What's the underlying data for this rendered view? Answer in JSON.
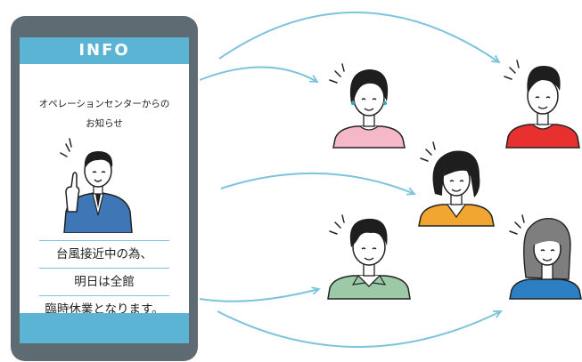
{
  "phone": {
    "header_title": "INFO",
    "subtitle_lines": [
      "オペレーションセンターからの",
      "お知らせ"
    ],
    "notice_lines": [
      "台風接近中の為、",
      "明日は全館",
      "臨時休業となります。"
    ]
  },
  "colors": {
    "accent": "#5bb4d3",
    "phone_body": "#5f6b72",
    "arrow": "#7cc3dd",
    "shirt_pink": "#f4b8c9",
    "shirt_red": "#e8312f",
    "shirt_orange": "#f2a632",
    "shirt_green": "#9ccaa7",
    "shirt_blue": "#2d7fc4",
    "suit_blue": "#3f77b6"
  },
  "recipients": [
    {
      "name": "woman-short-hair",
      "shirt": "pink"
    },
    {
      "name": "man-short-hair",
      "shirt": "red"
    },
    {
      "name": "woman-wavy-hair",
      "shirt": "orange"
    },
    {
      "name": "man-curly-hair",
      "shirt": "green"
    },
    {
      "name": "woman-long-hair",
      "shirt": "blue"
    }
  ]
}
